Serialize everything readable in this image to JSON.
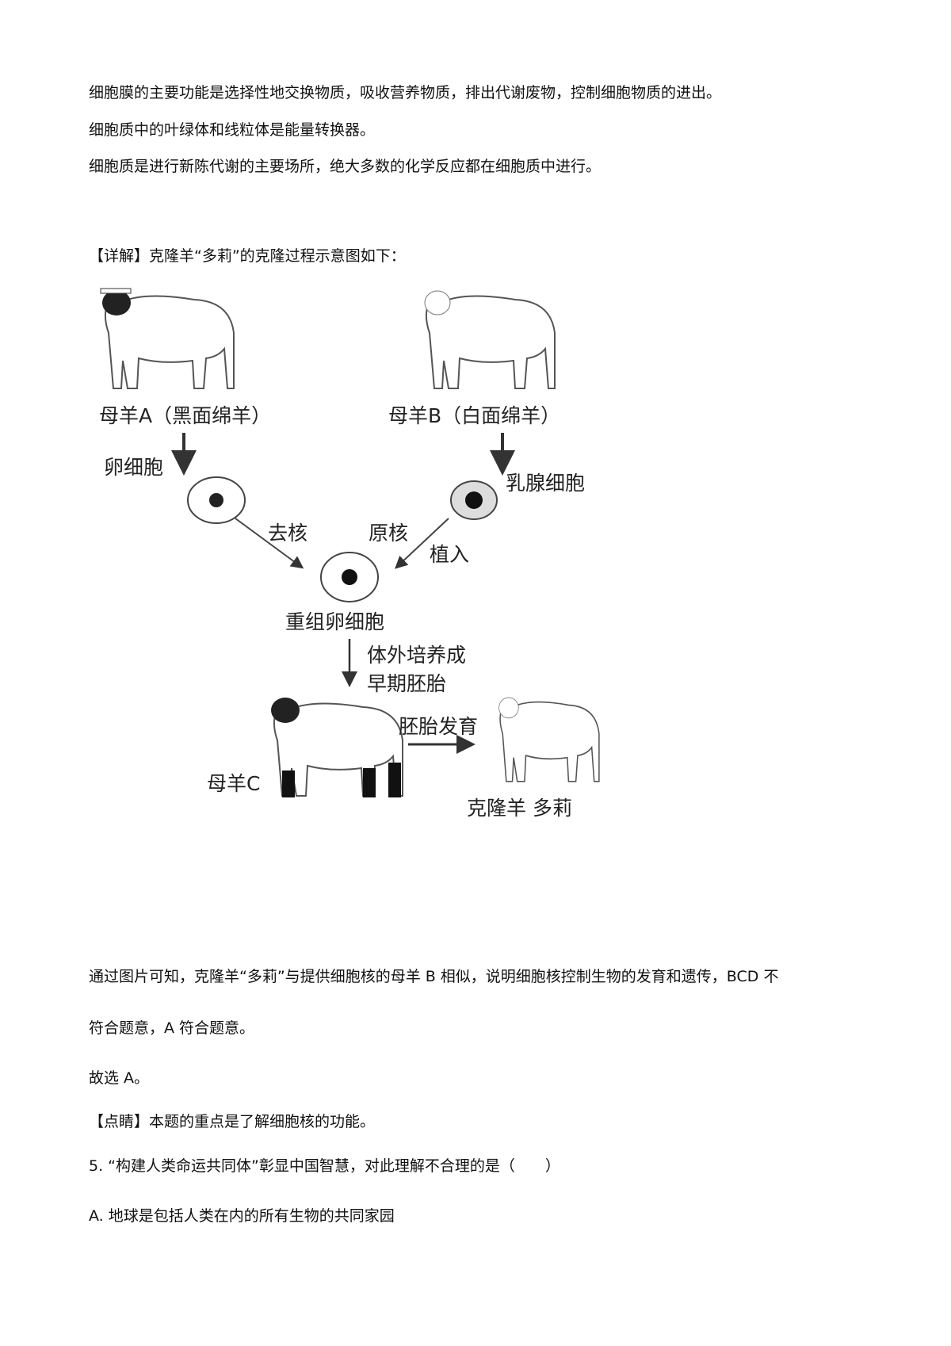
{
  "paragraphs": [
    "细胞膜的主要功能是选择性地交换物质，吸收营养物质，排出代谢废物，控制细胞物质的进出。",
    "细胞质中的叶绿体和线粒体是能量转换器。",
    "细胞质是进行新陈代谢的主要场所，绝大多数的化学反应都在细胞质中进行。",
    "【详解】克隆羊“多莉”的克隆过程示意图如下："
  ],
  "diagram": {
    "sheep_a": "母羊A（黑面绵羊）",
    "sheep_b": "母羊B（白面绵羊）",
    "egg_cell": "卵细胞",
    "mammary_cell": "乳腺细胞",
    "remove_nucleus": "去核",
    "original_nucleus": "原核",
    "implant": "植入",
    "recombined_egg": "重组卵细胞",
    "culture_1": "体外培养成",
    "culture_2": "早期胚胎",
    "sheep_c": "母羊C",
    "embryo_dev": "胚胎发育",
    "dolly": "克隆羊 多莉"
  },
  "after": [
    "通过图片可知，克隆羊“多莉”与提供细胞核的母羊 B 相似，说明细胞核控制生物的发育和遗传，BCD 不",
    "符合题意，A 符合题意。",
    "故选 A。",
    "【点睛】本题的重点是了解细胞核的功能。",
    "5. “构建人类命运共同体”彰显中国智慧，对此理解不合理的是（　　）",
    "A. 地球是包括人类在内的所有生物的共同家园"
  ]
}
